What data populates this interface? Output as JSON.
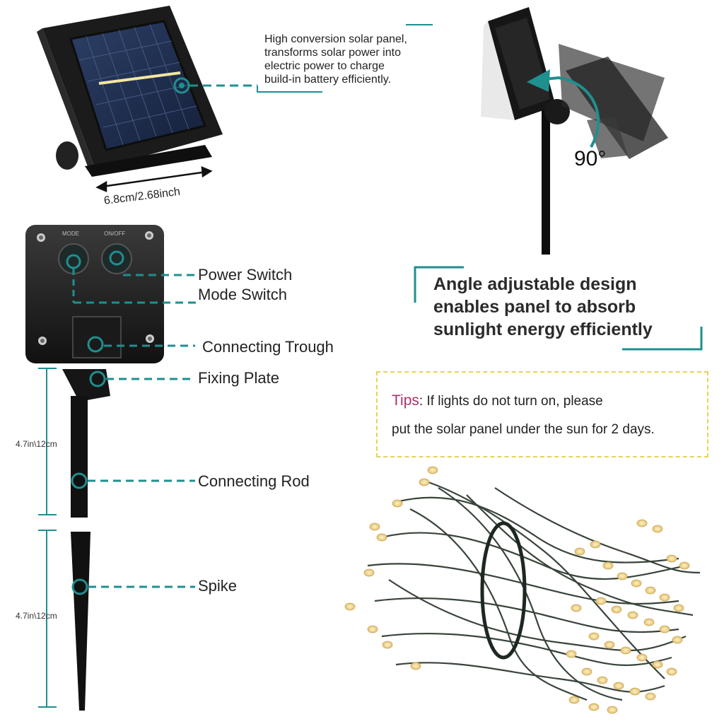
{
  "solar_panel": {
    "description_lines": [
      "High conversion solar panel,",
      "transforms solar power into",
      "electric power to charge",
      "build-in battery efficiently."
    ],
    "width_dimension": "6.8cm/2.68inch"
  },
  "angle": {
    "degrees_label": "90°",
    "headline_lines": [
      "Angle adjustable design",
      "enables panel to absorb",
      "sunlight energy efficiently"
    ]
  },
  "control_box": {
    "mode_label": "MODE",
    "onoff_label": "ON/OFF"
  },
  "parts": {
    "power_switch": "Power Switch",
    "mode_switch": "Mode Switch",
    "connecting_trough": "Connecting Trough",
    "fixing_plate": "Fixing Plate",
    "connecting_rod": "Connecting Rod",
    "spike": "Spike"
  },
  "dimensions": {
    "rod_length": "4.7in\\12cm",
    "spike_length": "4.7in\\12cm"
  },
  "tips": {
    "prefix": "Tips",
    "line1": ": If lights do not turn on, please",
    "line2": "put the solar panel under the sun for 2 days."
  },
  "colors": {
    "accent": "#1f8f8f",
    "tips_border": "#e8d25a",
    "tips_word": "#a8326c",
    "led": "#f5d98a",
    "wire": "#2e3a30"
  }
}
